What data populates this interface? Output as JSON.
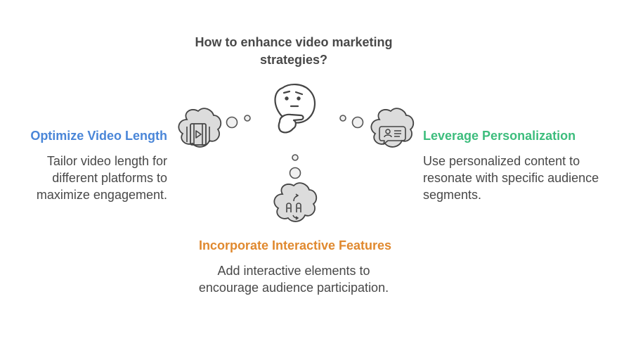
{
  "title": "How to enhance video marketing strategies?",
  "branches": {
    "left": {
      "heading": "Optimize Video Length",
      "description": "Tailor video length for different platforms to maximize engagement.",
      "color": "#4a86d8",
      "icon": "video-film-icon"
    },
    "right": {
      "heading": "Leverage Personalization",
      "description": "Use personalized content to resonate with specific audience segments.",
      "color": "#3dbd7d",
      "icon": "person-card-icon"
    },
    "bottom": {
      "heading": "Incorporate Interactive Features",
      "description": "Add interactive elements to encourage audience participation.",
      "color": "#e0892f",
      "icon": "interactive-arrows-icon"
    }
  },
  "central_icon": "thinking-face-icon"
}
